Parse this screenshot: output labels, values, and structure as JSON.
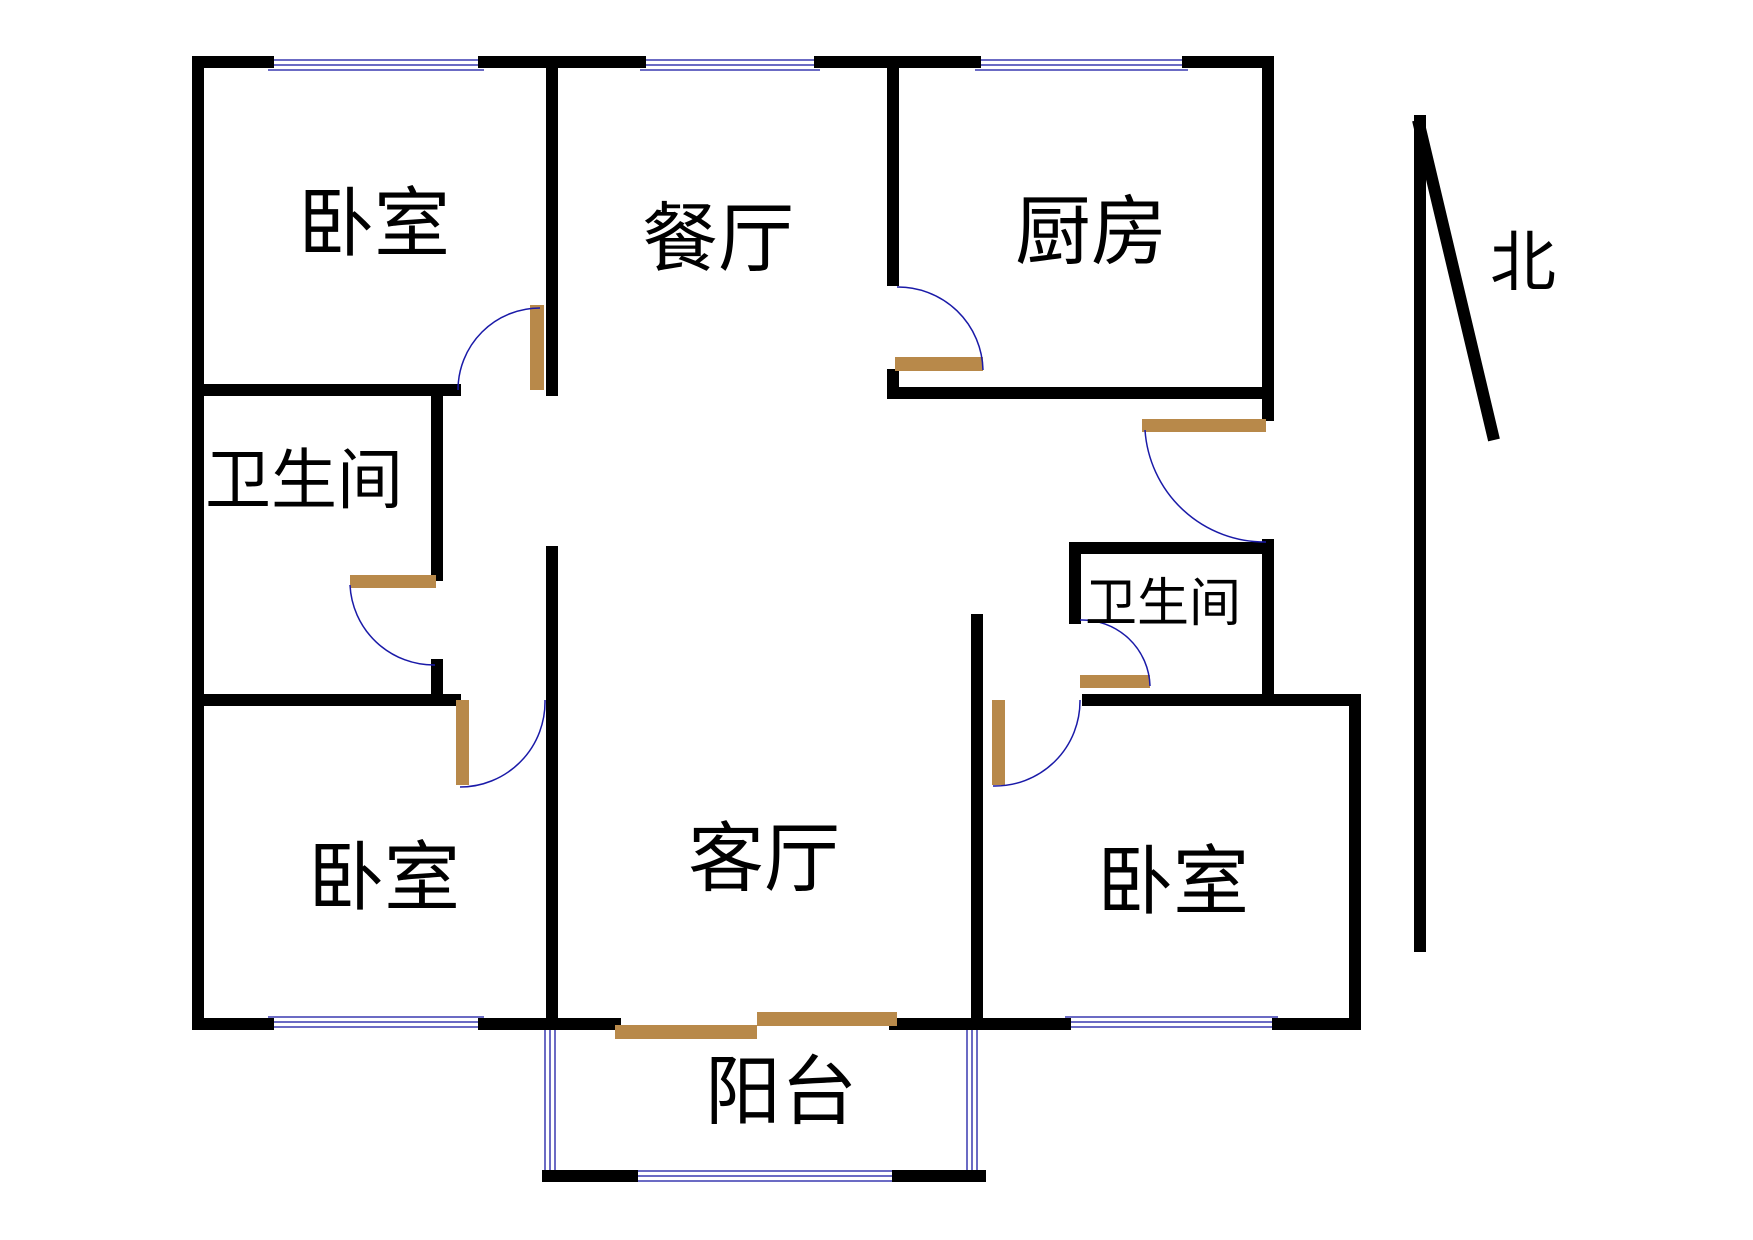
{
  "rooms": {
    "bedroom_nw": "卧室",
    "dining": "餐厅",
    "kitchen": "厨房",
    "bathroom_w": "卫生间",
    "bedroom_sw": "卧室",
    "living": "客厅",
    "bathroom_e": "卫生间",
    "bedroom_se": "卧室",
    "balcony": "阳台"
  },
  "compass": {
    "north_label": "北"
  },
  "colors": {
    "wall": "#000000",
    "door_leaf": "#b8894a",
    "door_swing": "#1a1aa8",
    "window": "#3a3ab0"
  }
}
